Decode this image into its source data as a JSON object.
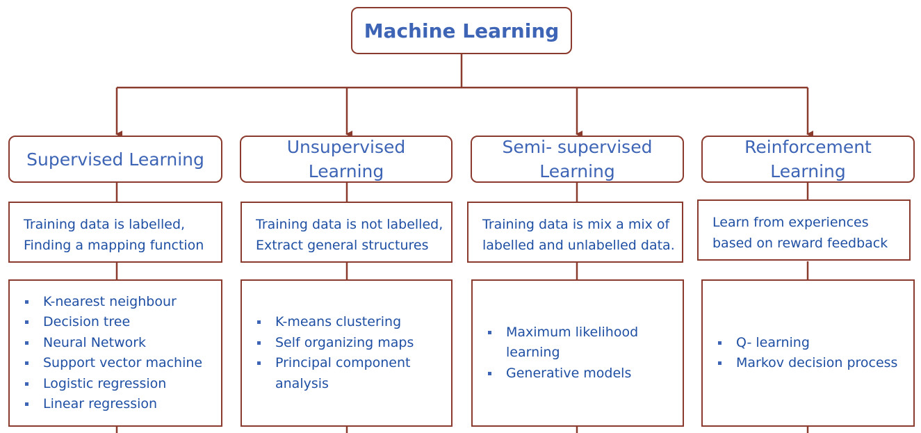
{
  "title": "Machine Learning",
  "categories": [
    {
      "name_lines": [
        "Supervised Learning"
      ],
      "description_lines": [
        "Training data is labelled,",
        "Finding a mapping function"
      ],
      "items": [
        [
          "K-nearest neighbour"
        ],
        [
          "Decision tree"
        ],
        [
          "Neural Network"
        ],
        [
          "Support vector machine"
        ],
        [
          "Logistic regression"
        ],
        [
          "Linear regression"
        ]
      ]
    },
    {
      "name_lines": [
        "Unsupervised",
        "Learning"
      ],
      "description_lines": [
        "Training data is not labelled,",
        "Extract general structures"
      ],
      "items": [
        [
          "K-means clustering"
        ],
        [
          "Self organizing maps"
        ],
        [
          "Principal component",
          "analysis"
        ]
      ]
    },
    {
      "name_lines": [
        "Semi- supervised",
        "Learning"
      ],
      "description_lines": [
        "Training data is mix a mix of",
        "labelled and unlabelled data."
      ],
      "items": [
        [
          "Maximum likelihood",
          "learning"
        ],
        [
          "Generative models"
        ]
      ]
    },
    {
      "name_lines": [
        "Reinforcement",
        "Learning"
      ],
      "description_lines": [
        "Learn from experiences",
        "based on reward feedback"
      ],
      "items": [
        [
          "Q- learning"
        ],
        [
          "Markov decision process"
        ]
      ]
    }
  ],
  "colors": {
    "border": "#8b3a2e",
    "heading_text": "#3d64b5",
    "body_text": "#1f4fa3",
    "background": "#ffffff"
  }
}
